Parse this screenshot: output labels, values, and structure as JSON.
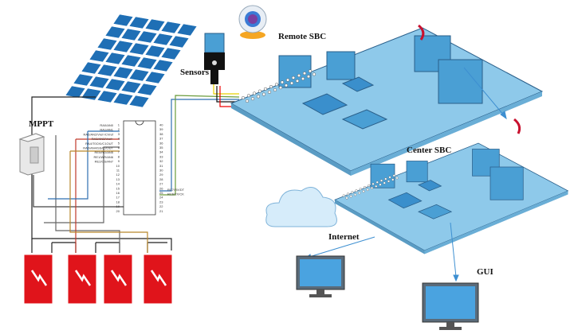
{
  "labels": {
    "remote_sbc": "Remote SBC",
    "center_sbc": "Center SBC",
    "sensors": "Sensors",
    "mppt": "MPPT",
    "internet": "Internet",
    "gui": "GUI"
  },
  "chip": {
    "left_pins": [
      "RA0/AN0",
      "RA1/AN1",
      "RA2/AN2/Vref-/CVref",
      "RA3/AN3/Vref+",
      "RA4/T0CKI/C1OUT",
      "RA5/AN4/SS/C2OUT",
      "RE0/RD/AN5",
      "RE1/WR/AN6",
      "RE2/CS/AN7"
    ],
    "right_pins": [
      "RC7/RX/DT",
      "RC6/TX/CK"
    ]
  },
  "colors": {
    "board": "#8ec9ea",
    "component": "#4a9fd4",
    "solar": "#1f6fb5",
    "battery": "#e0141b",
    "wireless": "#c8102e"
  },
  "icons": [
    "solar-panel-icon",
    "webcam-icon",
    "sensor-icon",
    "mppt-icon",
    "microcontroller-icon",
    "battery-icon",
    "cloud-icon",
    "monitor-icon",
    "wireless-signal-icon"
  ]
}
